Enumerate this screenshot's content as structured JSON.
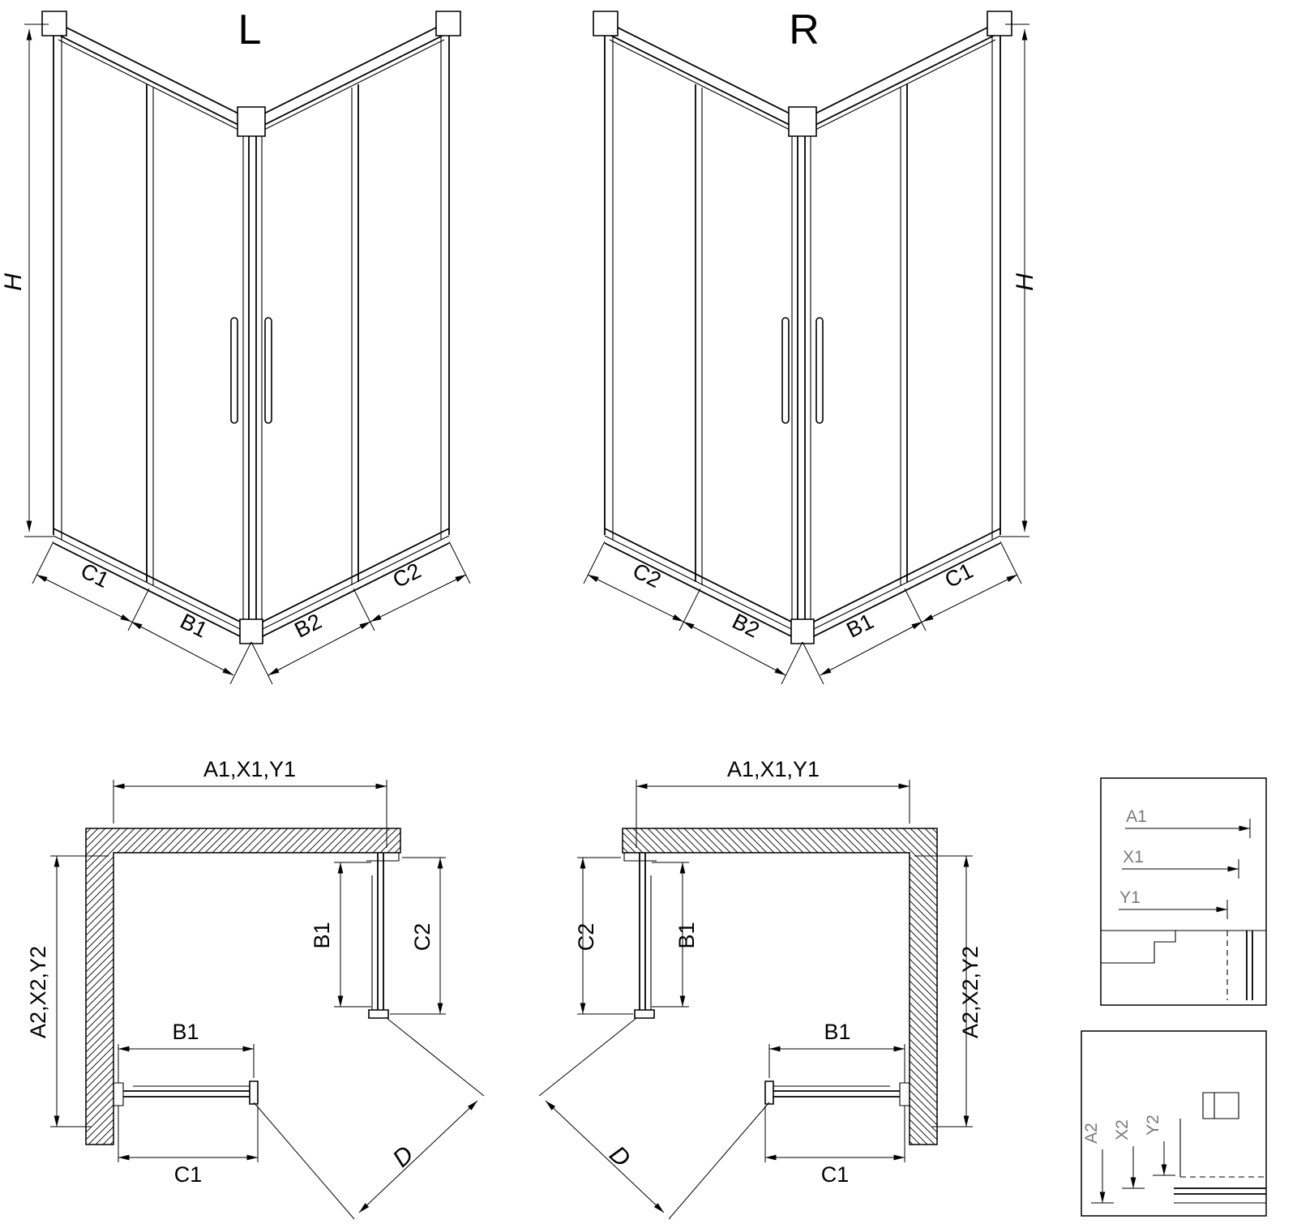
{
  "drawing": {
    "iso_left": {
      "title": "L",
      "h": "H",
      "c1": "C1",
      "b1": "B1",
      "b2": "B2",
      "c2": "C2"
    },
    "iso_right": {
      "title": "R",
      "h": "H",
      "c2": "C2",
      "b2": "B2",
      "b1": "B1",
      "c1": "C1"
    },
    "plan_left": {
      "width_top": "A1,X1,Y1",
      "depth_left": "A2,X2,Y2",
      "door_b1_side": "B1",
      "panel_c2": "C2",
      "door_b1_bottom": "B1",
      "panel_c1": "C1",
      "entry_d": "D"
    },
    "plan_right": {
      "width_top": "A1,X1,Y1",
      "depth_right": "A2,X2,Y2",
      "panel_c2": "C2",
      "door_b1_side": "B1",
      "door_b1_bottom": "B1",
      "panel_c1": "C1",
      "entry_d": "D"
    },
    "detail_width": {
      "a1": "A1",
      "x1": "X1",
      "y1": "Y1"
    },
    "detail_depth": {
      "a2": "A2",
      "x2": "X2",
      "y2": "Y2"
    }
  }
}
